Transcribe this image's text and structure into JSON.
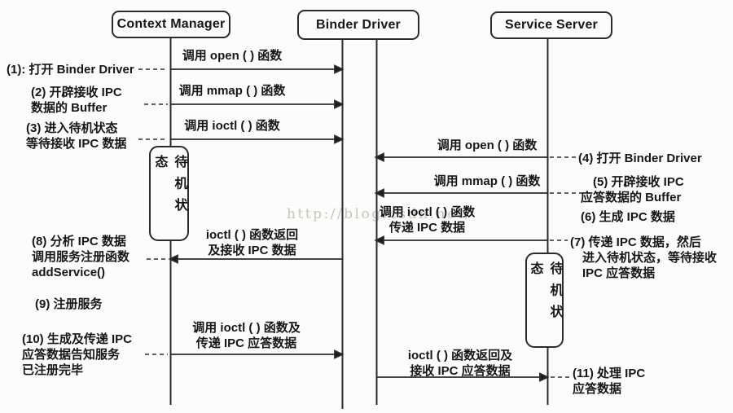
{
  "watermark": "http://blog.csdn.net/",
  "actors": [
    {
      "id": "context-manager",
      "label": "Context Manager"
    },
    {
      "id": "binder-driver",
      "label": "Binder Driver"
    },
    {
      "id": "service-server",
      "label": "Service Server"
    }
  ],
  "standby": [
    {
      "on": "context-manager",
      "label": "待机状态"
    },
    {
      "on": "service-server",
      "label": "待机状态"
    }
  ],
  "messages": [
    {
      "from": "context-manager",
      "to": "binder-driver",
      "label": "调用 open ( ) 函数"
    },
    {
      "from": "context-manager",
      "to": "binder-driver",
      "label": "调用 mmap ( ) 函数"
    },
    {
      "from": "context-manager",
      "to": "binder-driver",
      "label": "调用 ioctl ( ) 函数"
    },
    {
      "from": "service-server",
      "to": "binder-driver",
      "label": "调用 open ( ) 函数"
    },
    {
      "from": "service-server",
      "to": "binder-driver",
      "label": "调用 mmap ( ) 函数"
    },
    {
      "from": "service-server",
      "to": "binder-driver",
      "label": "调用 ioctl ( ) 函数\n传递 IPC 数据"
    },
    {
      "from": "binder-driver",
      "to": "context-manager",
      "label": "ioctl ( ) 函数返回\n及接收 IPC 数据"
    },
    {
      "from": "context-manager",
      "to": "binder-driver",
      "label": "调用 ioctl ( ) 函数及\n传递 IPC 应答数据"
    },
    {
      "from": "binder-driver",
      "to": "service-server",
      "label": "ioctl ( ) 函数返回及\n接收 IPC 应答数据"
    }
  ],
  "notes_left": [
    {
      "text": "(1): 打开 Binder Driver"
    },
    {
      "text": "(2) 开辟接收 IPC\n数据的 Buffer"
    },
    {
      "text": "(3) 进入待机状态\n等待接收 IPC 数据"
    },
    {
      "text": "(8) 分析 IPC 数据\n调用服务注册函数\naddService()"
    },
    {
      "text": "(9) 注册服务"
    },
    {
      "text": "(10) 生成及传递 IPC\n应答数据告知服务\n已注册完毕"
    }
  ],
  "notes_right": [
    {
      "text": "(4) 打开 Binder Driver"
    },
    {
      "text": "(5) 开辟接收 IPC\n应答数据的 Buffer"
    },
    {
      "text": "(6) 生成 IPC 数据"
    },
    {
      "text": "(7) 传递 IPC 数据，然后\n进入待机状态，等待接收\nIPC 应答数据"
    },
    {
      "text": "(11) 处理 IPC\n应答数据"
    }
  ],
  "colors": {
    "line": "#2b2b2b",
    "text": "#161616",
    "watermark": "#c7c3c1",
    "background": "#fcfcfb"
  }
}
